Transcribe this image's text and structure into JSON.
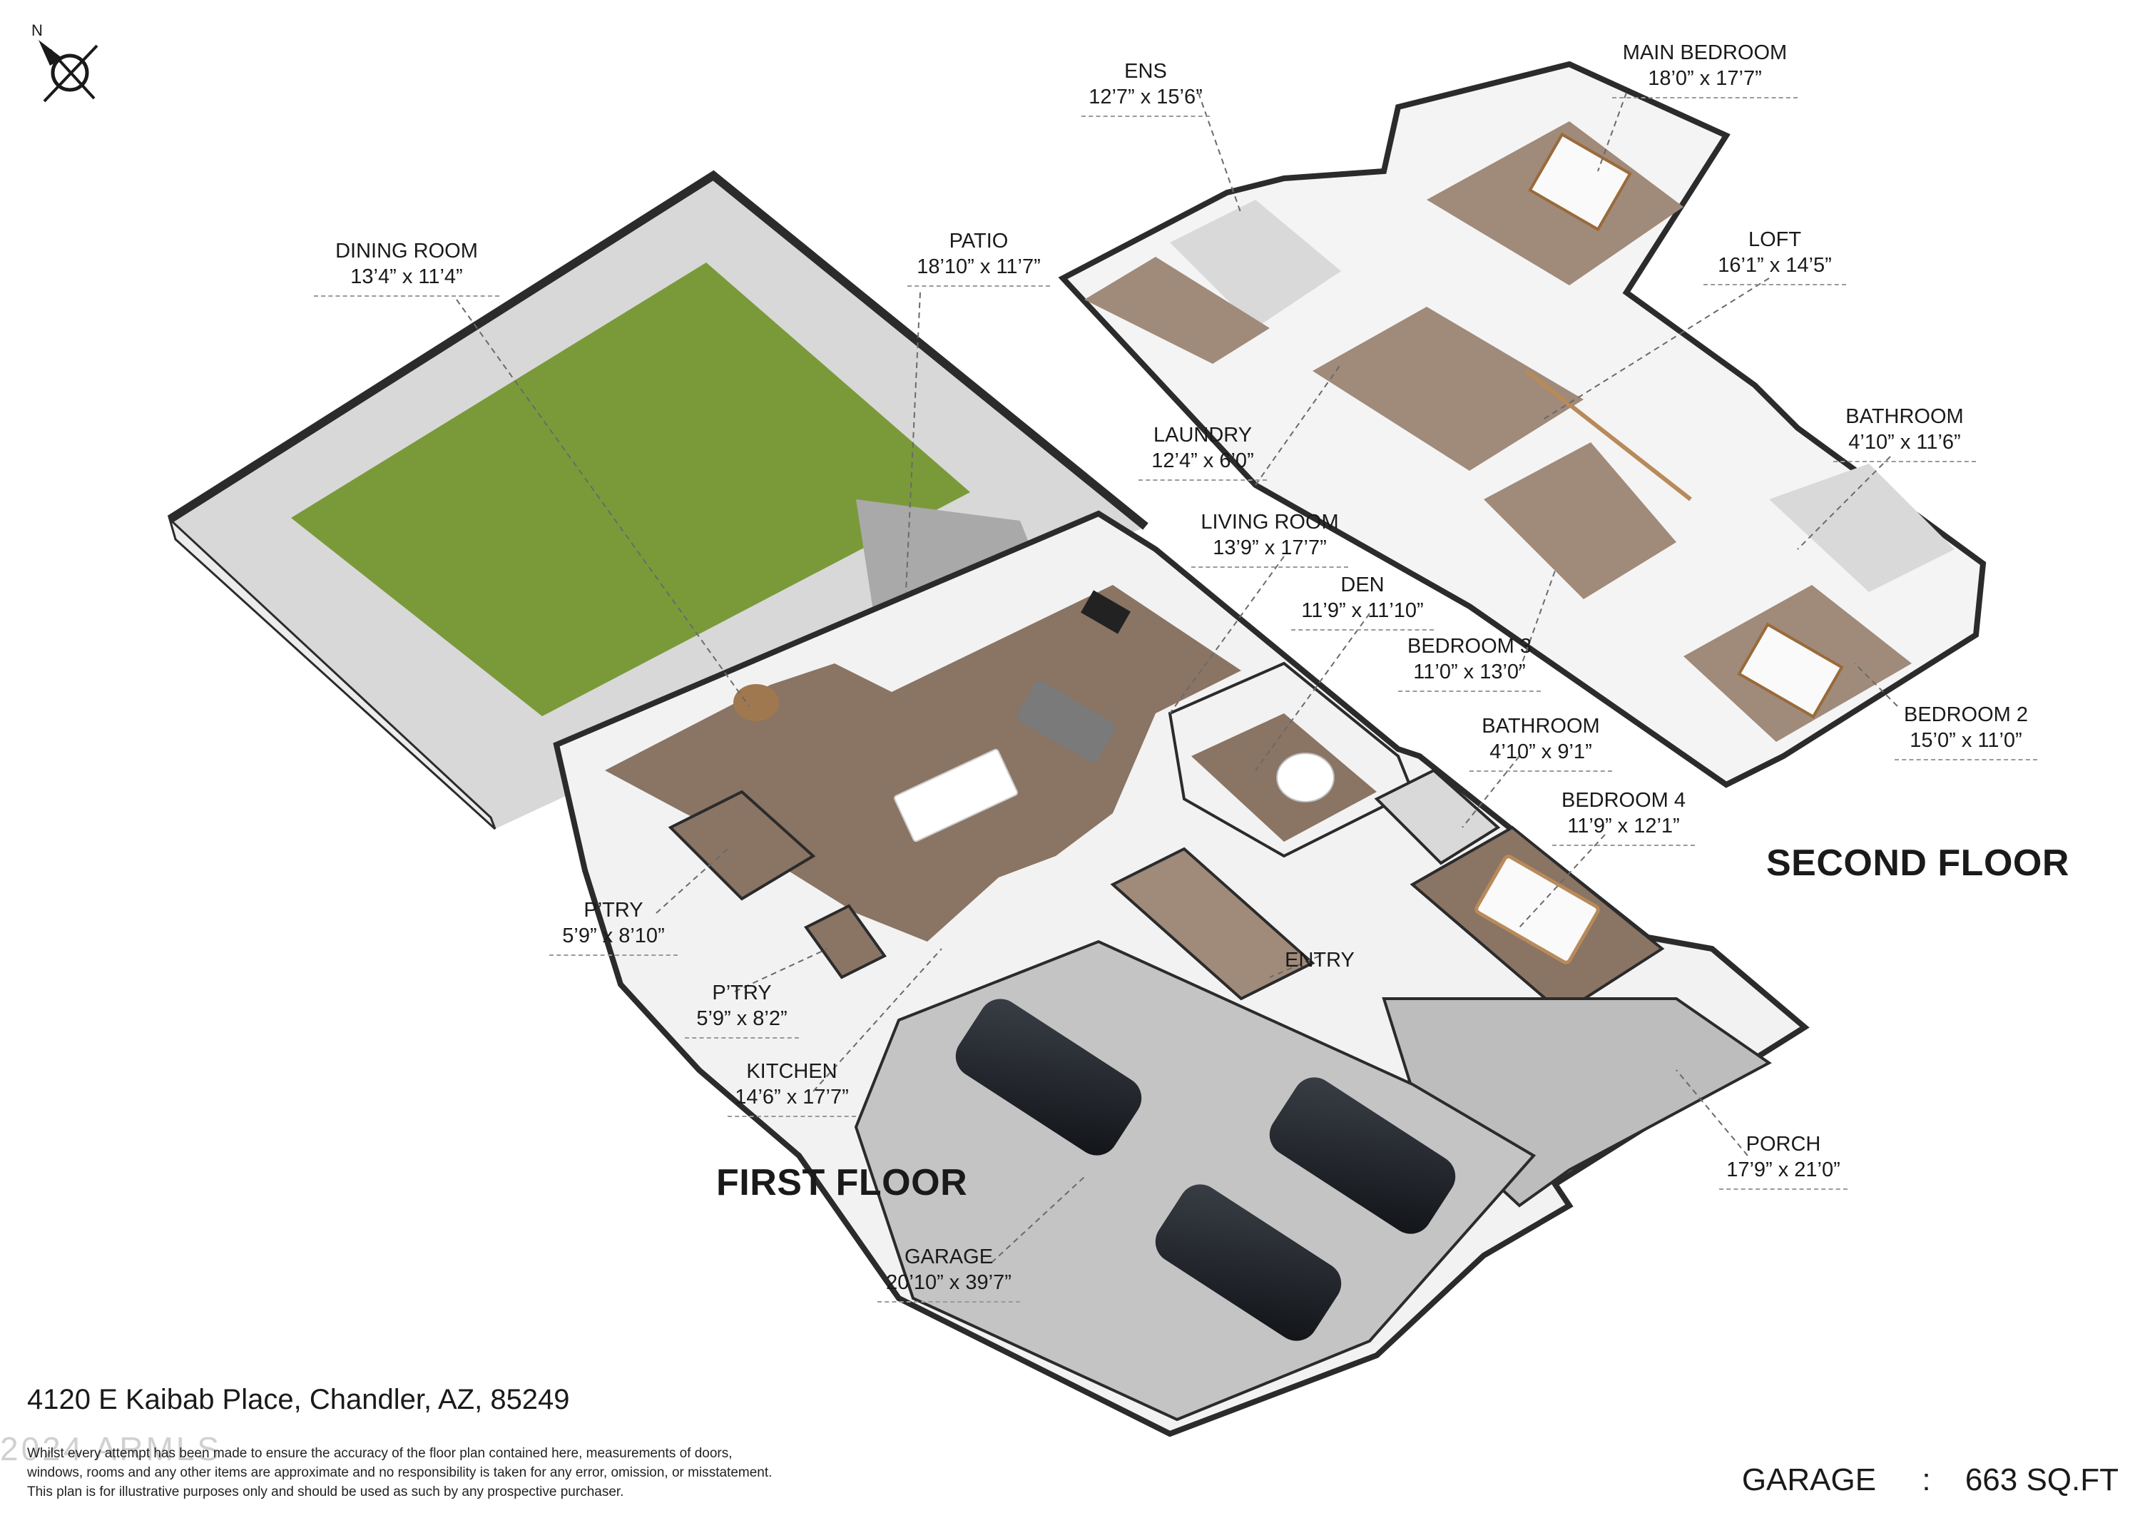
{
  "compass": {
    "label": "N",
    "icon": "north-arrow-icon"
  },
  "floors": [
    {
      "id": "first",
      "title": "FIRST FLOOR"
    },
    {
      "id": "second",
      "title": "SECOND FLOOR"
    }
  ],
  "rooms": {
    "dining": {
      "name": "DINING ROOM",
      "dims": "13’4” x 11’4”"
    },
    "patio": {
      "name": "PATIO",
      "dims": "18’10” x 11’7”"
    },
    "ens": {
      "name": "ENS",
      "dims": "12’7” x 15’6”"
    },
    "main_bed": {
      "name": "MAIN BEDROOM",
      "dims": "18’0” x 17’7”"
    },
    "loft": {
      "name": "LOFT",
      "dims": "16’1” x 14’5”"
    },
    "laundry": {
      "name": "LAUNDRY",
      "dims": "12’4” x 6’0”"
    },
    "living": {
      "name": "LIVING ROOM",
      "dims": "13’9” x 17’7”"
    },
    "den": {
      "name": "DEN",
      "dims": "11’9” x 11’10”"
    },
    "bath2": {
      "name": "BATHROOM",
      "dims": "4’10” x 11’6”"
    },
    "bed3": {
      "name": "BEDROOM 3",
      "dims": "11’0” x 13’0”"
    },
    "bed2": {
      "name": "BEDROOM 2",
      "dims": "15’0” x 11’0”"
    },
    "bath1": {
      "name": "BATHROOM",
      "dims": "4’10” x 9’1”"
    },
    "bed4": {
      "name": "BEDROOM 4",
      "dims": "11’9” x 12’1”"
    },
    "pantry1": {
      "name": "P’TRY",
      "dims": "5’9” x 8’10”"
    },
    "pantry2": {
      "name": "P’TRY",
      "dims": "5’9” x 8’2”"
    },
    "entry": {
      "name": "ENTRY",
      "dims": ""
    },
    "kitchen": {
      "name": "KITCHEN",
      "dims": "14’6” x 17’7”"
    },
    "porch": {
      "name": "PORCH",
      "dims": "17’9” x 21’0”"
    },
    "garage": {
      "name": "GARAGE",
      "dims": "20’10” x 39’7”"
    }
  },
  "address": "4120 E Kaibab Place, Chandler, AZ, 85249",
  "disclaimer": [
    "Whilst every attempt has been made to ensure the accuracy of the floor plan contained here, measurements of doors,",
    "windows, rooms and any other items are approximate and no responsibility is taken for any error, omission, or misstatement.",
    "This plan is for illustrative purposes only and should be used as such by any prospective purchaser."
  ],
  "watermark": "2024 ARMLS",
  "area_summary": {
    "label": "GARAGE",
    "separator": ":",
    "value": "663 SQ.FT"
  },
  "colors": {
    "grass": "#7a9a3a",
    "floor_wood": "#8a7464",
    "floor_tile": "#b8b8b8",
    "wall_top": "#2b2b2b",
    "wall_side": "#e6e6e6",
    "paving": "#c9c9c9",
    "car": "#1c1f24"
  }
}
